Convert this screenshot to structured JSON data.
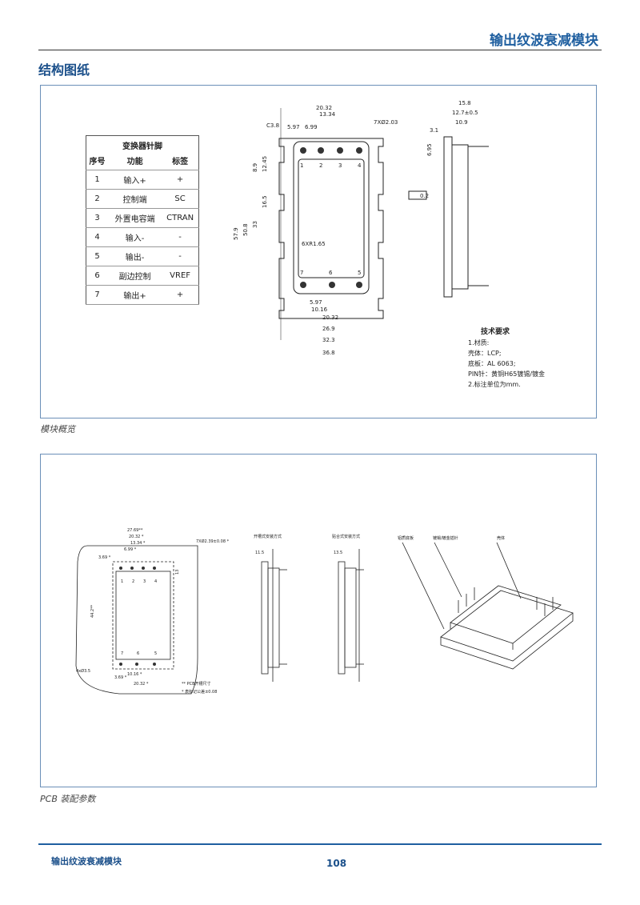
{
  "header": {
    "title": "输出纹波衰减模块"
  },
  "section": {
    "title": "结构图纸"
  },
  "pin_table": {
    "caption": "变换器针脚",
    "headers": [
      "序号",
      "功能",
      "标签"
    ],
    "rows": [
      [
        "1",
        "输入+",
        "+"
      ],
      [
        "2",
        "控制端",
        "SC"
      ],
      [
        "3",
        "外置电容端",
        "CTRAN"
      ],
      [
        "4",
        "输入-",
        "-"
      ],
      [
        "5",
        "输出-",
        "-"
      ],
      [
        "6",
        "副边控制",
        "VREF"
      ],
      [
        "7",
        "输出+",
        "+"
      ]
    ]
  },
  "drawing1": {
    "dims_top": [
      "20.32",
      "13.34",
      "C3.8",
      "5.97",
      "6.99",
      "7XØ2.03"
    ],
    "dims_left": [
      "8.9",
      "12.45",
      "16.5",
      "33",
      "50.8",
      "57.9"
    ],
    "dims_bottom": [
      "5.97",
      "10.16",
      "20.32",
      "26.9",
      "32.3",
      "36.8"
    ],
    "pins_top": [
      "1",
      "2",
      "3",
      "4"
    ],
    "pins_bottom": [
      "7",
      "6",
      "5"
    ],
    "radius": "6XR1.65",
    "side_dims": [
      "15.8",
      "12.7±0.5",
      "10.9",
      "3.1",
      "6.95"
    ],
    "flatness": "0.2"
  },
  "tech_req": {
    "title": "技术要求",
    "lines": [
      "1.材质:",
      "壳体：LCP;",
      "底板：AL 6063;",
      "PIN针：黄铜H65镀锡/镀金",
      "2.标注单位为mm."
    ]
  },
  "caption1": "模块概览",
  "drawing2": {
    "labels_top": [
      "27.69**",
      "20.32 *",
      "13.34 *",
      "6.99 *",
      "3.69 *",
      "7XØ2.39±0.08 *"
    ],
    "labels_side": [
      "44.2**",
      "13",
      "4xØ3.5",
      "3.69 *",
      "10.16 *",
      "20.32 *"
    ],
    "pins_top": [
      "1",
      "2",
      "3",
      "4"
    ],
    "pins_bottom": [
      "7",
      "6",
      "5"
    ],
    "notes": [
      "** PCB开槽尺寸",
      "* 表标记公差±0.08"
    ],
    "view1_title": "开槽式安装方式",
    "view1_dim": "11.5",
    "view2_title": "贴合式安装方式",
    "view2_dim": "13.5",
    "iso_labels": [
      "铝质底板",
      "镀锡/镀金插针",
      "壳体"
    ]
  },
  "caption2": "PCB 装配参数",
  "footer": {
    "title": "输出纹波衰减模块",
    "page": "108"
  }
}
